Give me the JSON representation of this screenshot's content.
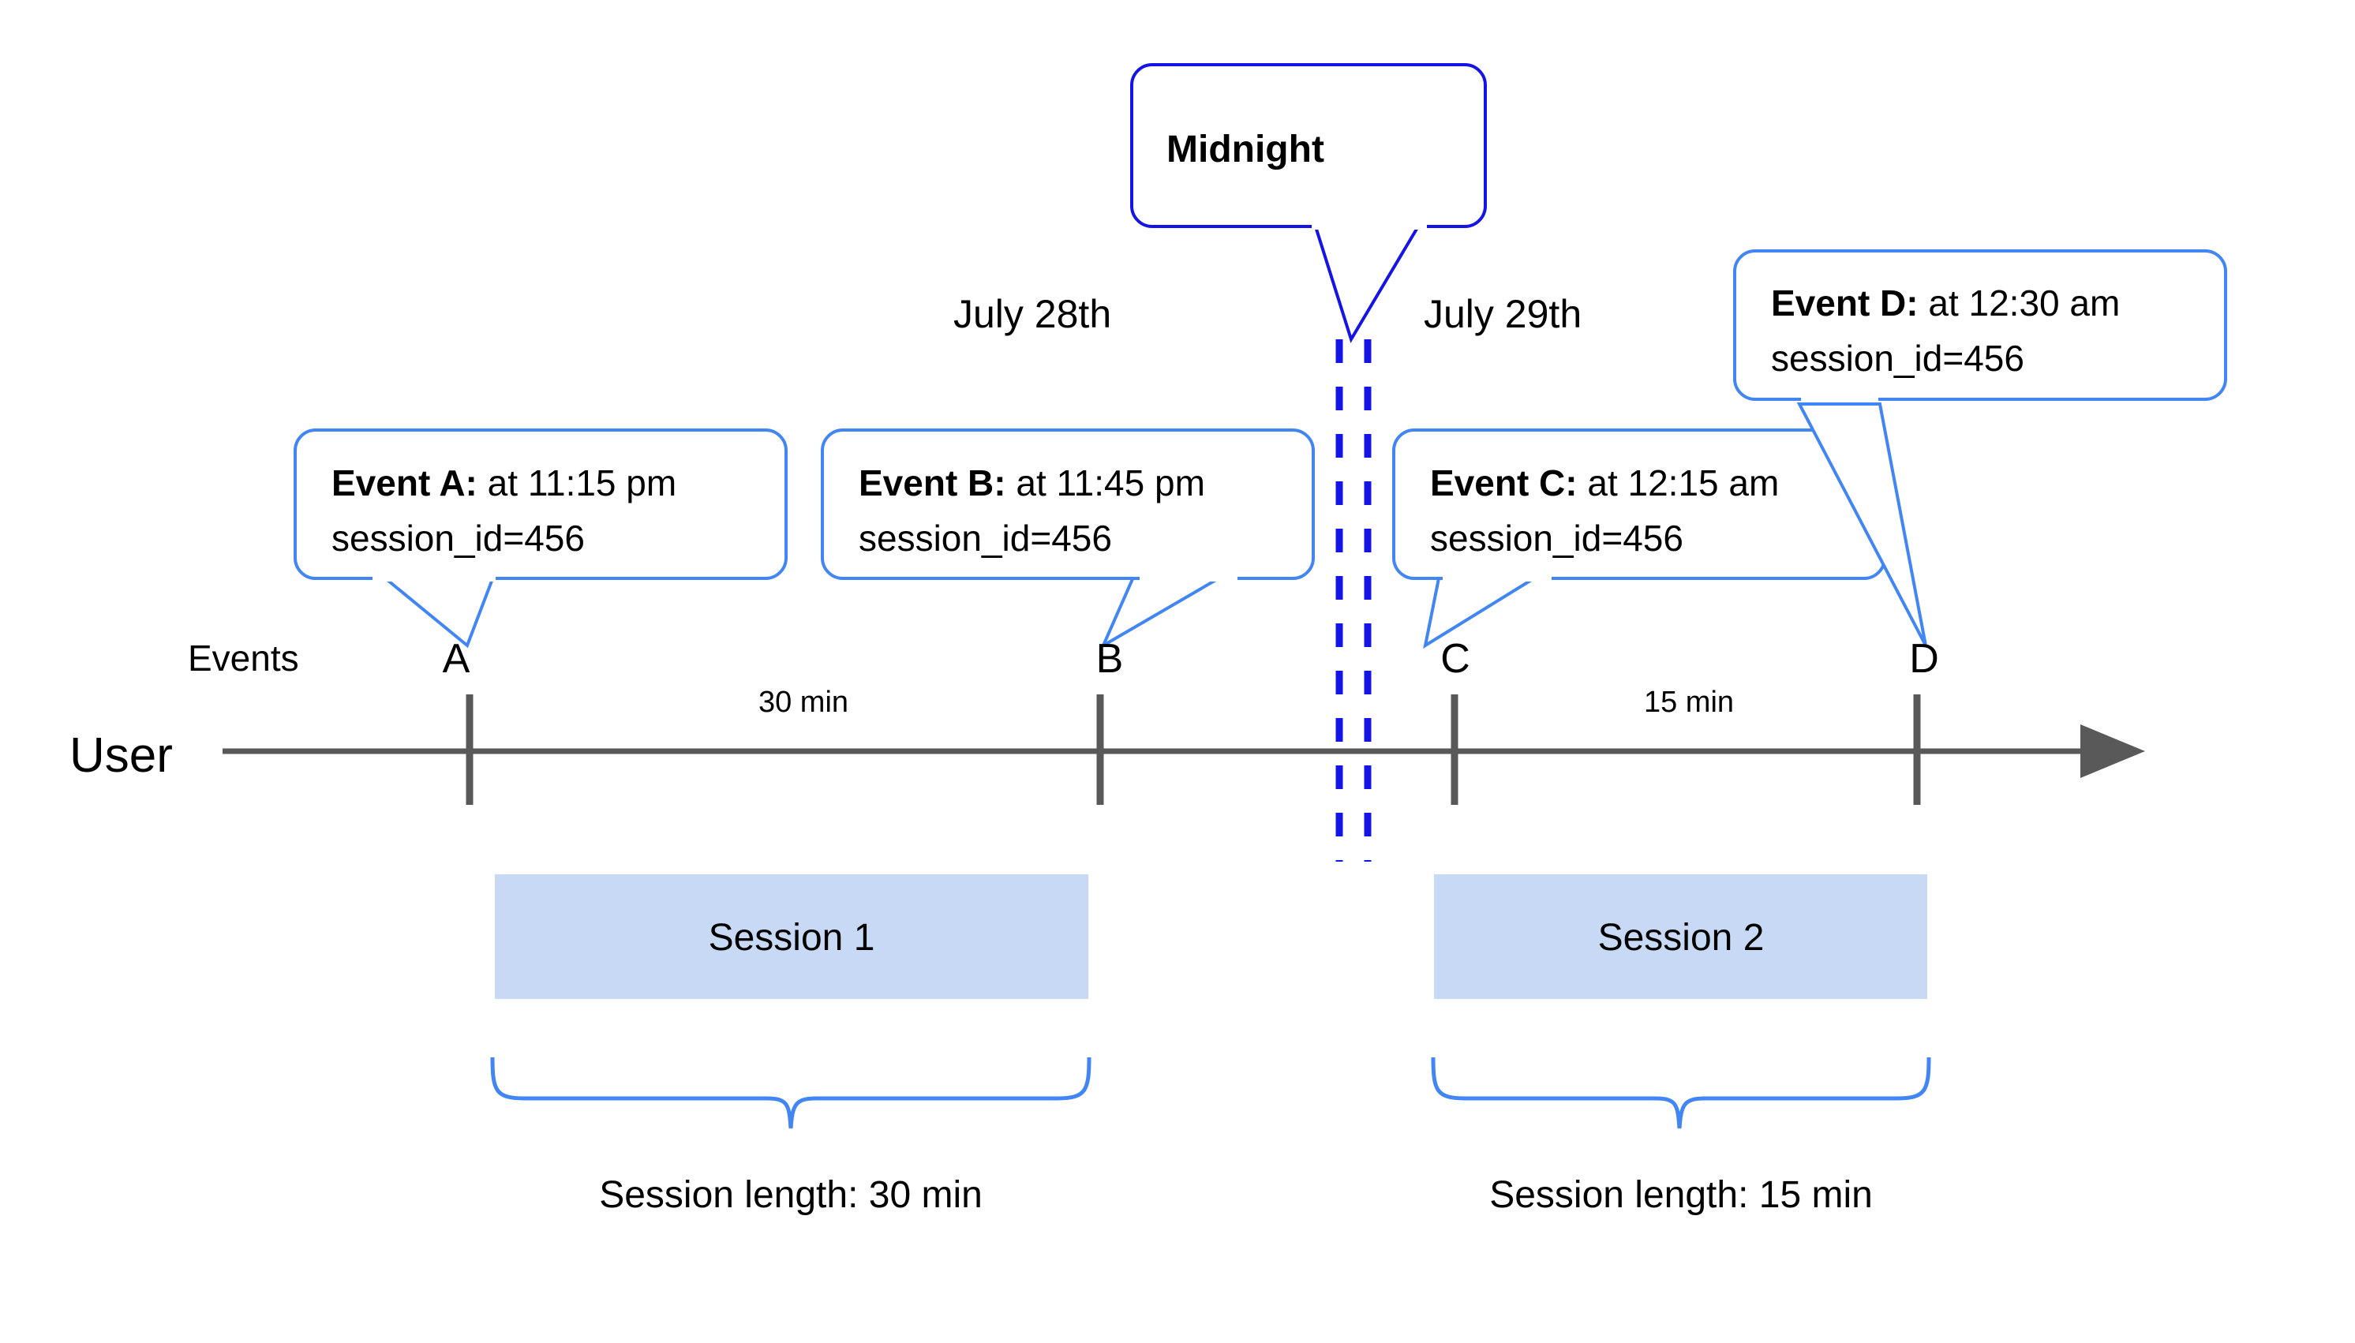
{
  "diagram": {
    "title": "Session splitting across midnight timeline",
    "colors": {
      "callout_border": "#4285f4",
      "midnight_border": "#1414e6",
      "axis": "#595959",
      "session_fill": "#c7d9f5",
      "brace": "#4285f4",
      "text": "#000000"
    },
    "midnight_callout": {
      "label": "Midnight"
    },
    "dates": [
      {
        "label": "July 28th"
      },
      {
        "label": "July 29th"
      }
    ],
    "event_callouts": [
      {
        "id": "A",
        "bold": "Event A:",
        "rest": " at 11:15 pm",
        "line2": "session_id=456"
      },
      {
        "id": "B",
        "bold": "Event B:",
        "rest": " at 11:45 pm",
        "line2": "session_id=456"
      },
      {
        "id": "C",
        "bold": "Event C:",
        "rest": " at 12:15 am",
        "line2": "session_id=456"
      },
      {
        "id": "D",
        "bold": "Event D:",
        "rest": " at 12:30 am",
        "line2": "session_id=456"
      }
    ],
    "row_labels": {
      "events": "Events",
      "user": "User"
    },
    "event_markers": [
      {
        "label": "A"
      },
      {
        "label": "B"
      },
      {
        "label": "C"
      },
      {
        "label": "D"
      }
    ],
    "gap_labels": [
      {
        "label": "30 min"
      },
      {
        "label": "15 min"
      }
    ],
    "sessions": [
      {
        "label": "Session 1",
        "length_label": "Session length: 30 min"
      },
      {
        "label": "Session 2",
        "length_label": "Session length: 15 min"
      }
    ]
  }
}
